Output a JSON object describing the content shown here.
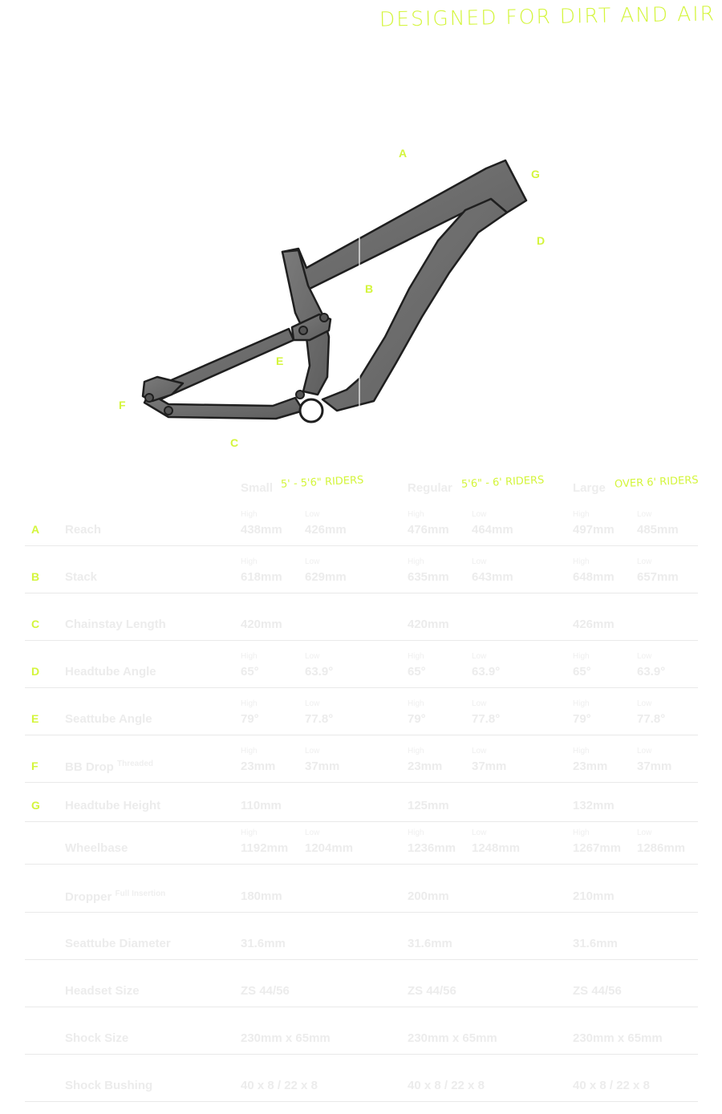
{
  "tagline": "DESIGNED FOR DIRT AND AIR",
  "frame_labels": [
    "A",
    "B",
    "C",
    "D",
    "E",
    "F",
    "G"
  ],
  "sizes": [
    {
      "name": "Small",
      "riders": "5' - 5'6\" RIDERS"
    },
    {
      "name": "Regular",
      "riders": "5'6\" - 6' RIDERS"
    },
    {
      "name": "Large",
      "riders": "OVER 6' RIDERS"
    }
  ],
  "high_label": "High",
  "low_label": "Low",
  "rows": [
    {
      "code": "A",
      "name": "Reach",
      "sup": "",
      "type": "hl",
      "values": [
        [
          "438mm",
          "426mm"
        ],
        [
          "476mm",
          "464mm"
        ],
        [
          "497mm",
          "485mm"
        ]
      ]
    },
    {
      "code": "B",
      "name": "Stack",
      "sup": "",
      "type": "hl",
      "values": [
        [
          "618mm",
          "629mm"
        ],
        [
          "635mm",
          "643mm"
        ],
        [
          "648mm",
          "657mm"
        ]
      ]
    },
    {
      "code": "C",
      "name": "Chainstay Length",
      "sup": "",
      "type": "single",
      "values": [
        "420mm",
        "420mm",
        "426mm"
      ]
    },
    {
      "code": "D",
      "name": "Headtube Angle",
      "sup": "",
      "type": "hl",
      "values": [
        [
          "65°",
          "63.9°"
        ],
        [
          "65°",
          "63.9°"
        ],
        [
          "65°",
          "63.9°"
        ]
      ]
    },
    {
      "code": "E",
      "name": "Seattube Angle",
      "sup": "",
      "type": "hl",
      "values": [
        [
          "79°",
          "77.8°"
        ],
        [
          "79°",
          "77.8°"
        ],
        [
          "79°",
          "77.8°"
        ]
      ]
    },
    {
      "code": "F",
      "name": "BB Drop",
      "sup": "Threaded",
      "type": "hl",
      "values": [
        [
          "23mm",
          "37mm"
        ],
        [
          "23mm",
          "37mm"
        ],
        [
          "23mm",
          "37mm"
        ]
      ]
    },
    {
      "code": "G",
      "name": "Headtube Height",
      "sup": "",
      "type": "single",
      "values": [
        "110mm",
        "125mm",
        "132mm"
      ]
    },
    {
      "code": "",
      "name": "Wheelbase",
      "sup": "",
      "type": "hl",
      "values": [
        [
          "1192mm",
          "1204mm"
        ],
        [
          "1236mm",
          "1248mm"
        ],
        [
          "1267mm",
          "1286mm"
        ]
      ]
    },
    {
      "code": "",
      "name": "Dropper",
      "sup": "Full Insertion",
      "type": "single",
      "values": [
        "180mm",
        "200mm",
        "210mm"
      ]
    },
    {
      "code": "",
      "name": "Seattube Diameter",
      "sup": "",
      "type": "single",
      "values": [
        "31.6mm",
        "31.6mm",
        "31.6mm"
      ]
    },
    {
      "code": "",
      "name": "Headset Size",
      "sup": "",
      "type": "single",
      "values": [
        "ZS 44/56",
        "ZS 44/56",
        "ZS 44/56"
      ]
    },
    {
      "code": "",
      "name": "Shock Size",
      "sup": "",
      "type": "single",
      "values": [
        "230mm x 65mm",
        "230mm x 65mm",
        "230mm x 65mm"
      ]
    },
    {
      "code": "",
      "name": "Shock Bushing",
      "sup": "",
      "type": "single",
      "values": [
        "40 x 8 / 22 x 8",
        "40 x 8 / 22 x 8",
        "40 x 8 / 22 x 8"
      ]
    }
  ]
}
